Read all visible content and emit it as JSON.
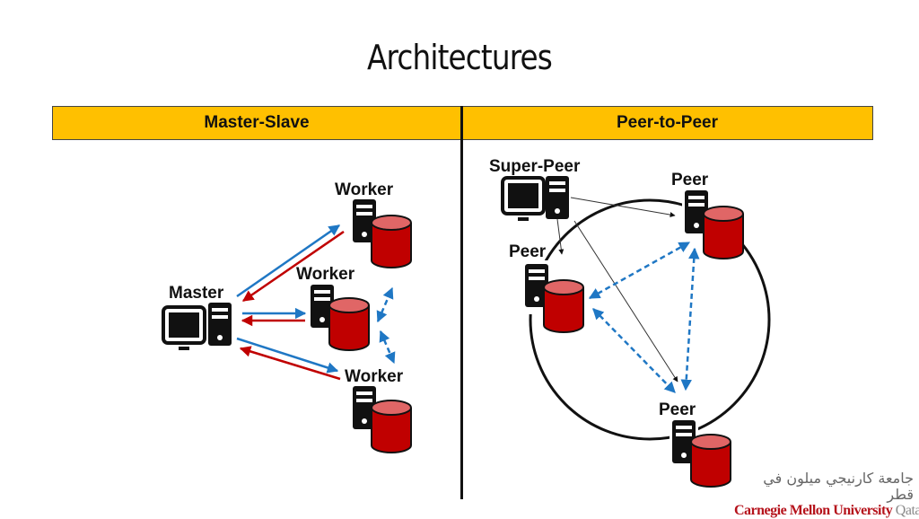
{
  "slide": {
    "title": "Architectures"
  },
  "headers": {
    "left": "Master-Slave",
    "right": "Peer-to-Peer"
  },
  "master_slave": {
    "master_label": "Master",
    "workers": [
      {
        "label": "Worker"
      },
      {
        "label": "Worker"
      },
      {
        "label": "Worker"
      }
    ],
    "request_color": "#1F77C4",
    "response_color": "#C00000",
    "worker_link_style": "dashed-bidirectional"
  },
  "peer_to_peer": {
    "super_peer_label": "Super-Peer",
    "peers": [
      {
        "label": "Peer"
      },
      {
        "label": "Peer"
      },
      {
        "label": "Peer"
      }
    ],
    "ring": "circle",
    "peer_link_color": "#1F77C4"
  },
  "colors": {
    "header_fill": "#FFC000",
    "database_red": "#C00000",
    "database_top": "#E06666"
  },
  "logo": {
    "arabic": "جامعة كارنيجي ميلون في قطر",
    "english_main": "Carnegie Mellon University",
    "english_suffix": "Qatar"
  }
}
